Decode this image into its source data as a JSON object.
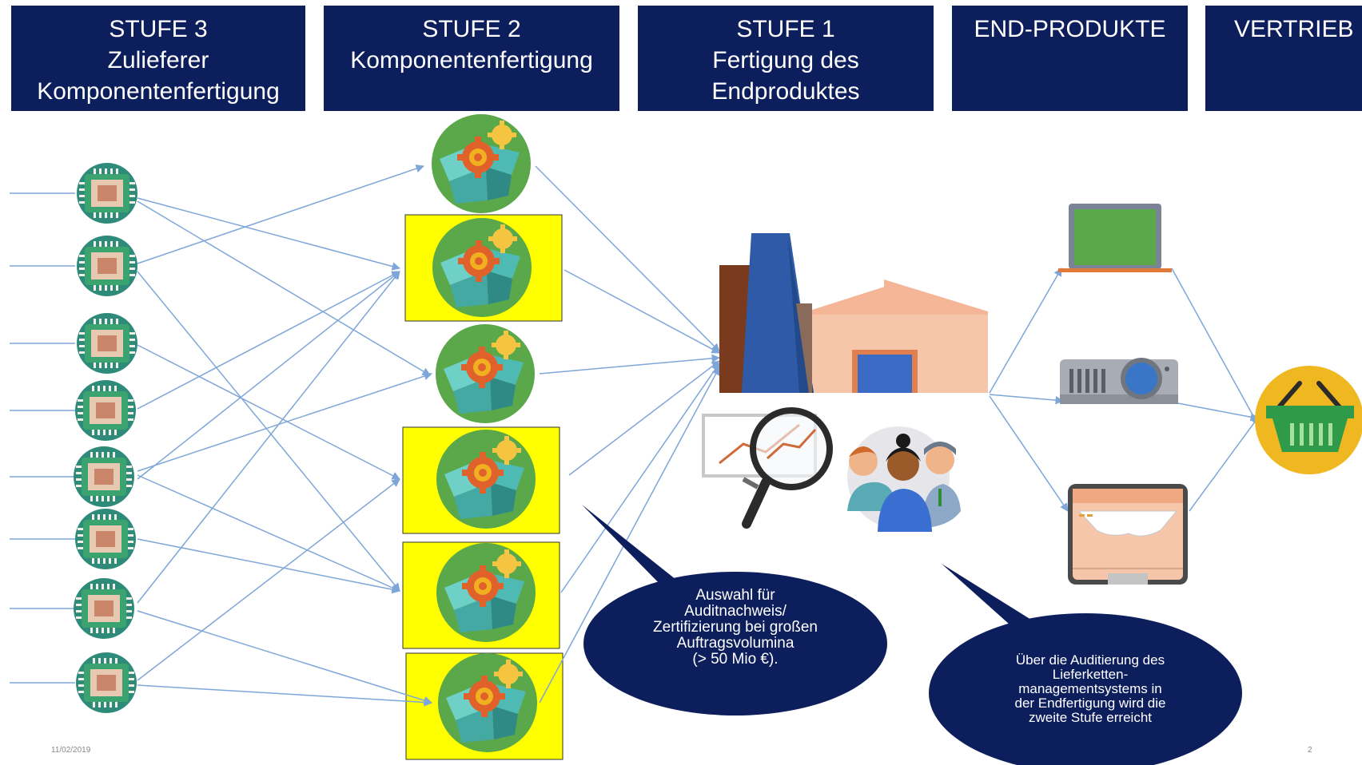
{
  "headers": [
    {
      "lines": [
        "STUFE 3",
        "Zulieferer",
        "Komponentenfertigung"
      ]
    },
    {
      "lines": [
        "STUFE 2",
        "Komponentenfertigung"
      ]
    },
    {
      "lines": [
        "STUFE 1",
        "Fertigung des",
        "Endproduktes"
      ]
    },
    {
      "lines": [
        "END-PRODUKTE"
      ]
    },
    {
      "lines": [
        "VERTRIEB"
      ]
    }
  ],
  "bubble1": {
    "lines": [
      "Auswahl  für",
      "Auditnachweis/",
      "Zertifizierung  bei großen",
      "Auftragsvolumina",
      "(> 50 Mio €)."
    ]
  },
  "bubble2": {
    "lines": [
      "Über die Auditierung  des",
      "Lieferketten-",
      "managementsystems in",
      "der Endfertigung wird die",
      "zweite Stufe erreicht"
    ]
  },
  "footer": {
    "date": "11/02/2019",
    "page": "2"
  },
  "colors": {
    "header_bg": "#0d1e5c",
    "bubble_bg": "#0d1e5c",
    "highlight": "#ffff00",
    "arrow": "#7ea6d8",
    "chip_bg": "#2e8b7a",
    "component_bg": "#5aa84a"
  },
  "icons": [
    "chip-icon",
    "component-box-icon",
    "factory-icon",
    "magnifier-chart-icon",
    "people-icon",
    "laptop-icon",
    "projector-icon",
    "printer-icon",
    "shopping-basket-icon"
  ]
}
